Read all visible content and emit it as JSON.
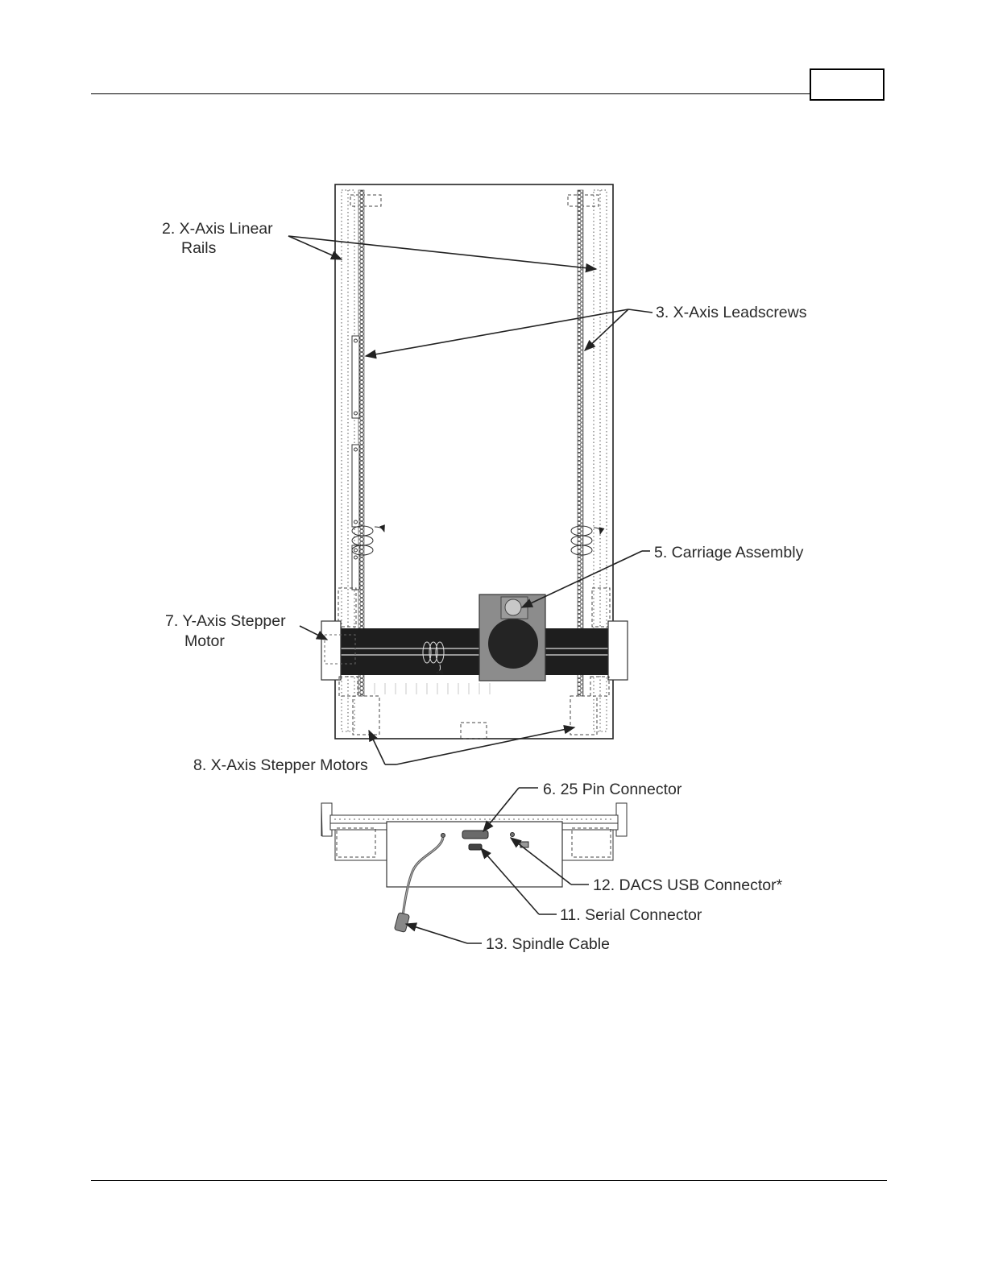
{
  "header": {
    "page_number": ""
  },
  "diagram": {
    "labels": {
      "x_axis_linear_rails_line1": "2. X-Axis Linear",
      "x_axis_linear_rails_line2": "Rails",
      "x_axis_leadscrews": "3. X-Axis Leadscrews",
      "carriage_assembly": "5. Carriage Assembly",
      "y_axis_stepper_motor_line1": "7. Y-Axis Stepper",
      "y_axis_stepper_motor_line2": "Motor",
      "x_axis_stepper_motors": "8. X-Axis Stepper Motors",
      "pin_connector": "6. 25 Pin Connector",
      "dacs_usb_connector": "12. DACS USB Connector*",
      "serial_connector": "11. Serial Connector",
      "spindle_cable": "13. Spindle Cable"
    },
    "colors": {
      "gantry_beam": "#1e1e1e",
      "carriage_body": "#8c8c8c",
      "spindle": "#242424",
      "background_panel": "#ffffff",
      "line": "#222222"
    }
  }
}
